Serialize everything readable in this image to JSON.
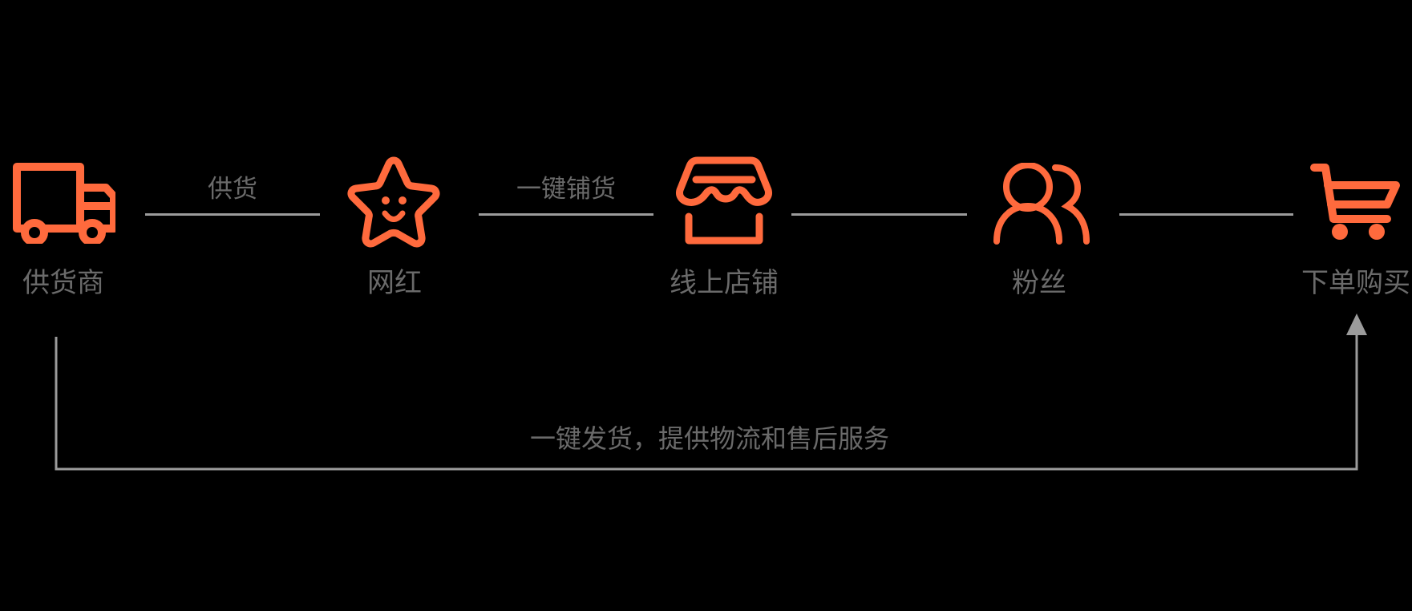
{
  "diagram": {
    "title": "",
    "colors": {
      "accent": "#FF6A3D",
      "text": "#6A6A6A",
      "line": "#9B9B9B",
      "background": "#000000"
    },
    "nodes": [
      {
        "id": "supplier",
        "label": "供货商",
        "icon": "truck-icon"
      },
      {
        "id": "influencer",
        "label": "网红",
        "icon": "smiling-star-icon"
      },
      {
        "id": "online-store",
        "label": "线上店铺",
        "icon": "storefront-icon"
      },
      {
        "id": "fans",
        "label": "粉丝",
        "icon": "users-icon"
      },
      {
        "id": "purchase",
        "label": "下单购买",
        "icon": "shopping-cart-icon"
      }
    ],
    "edges": [
      {
        "from": "supplier",
        "to": "influencer",
        "label": "供货"
      },
      {
        "from": "influencer",
        "to": "online-store",
        "label": "一键铺货"
      },
      {
        "from": "online-store",
        "to": "fans",
        "label": ""
      },
      {
        "from": "fans",
        "to": "purchase",
        "label": ""
      }
    ],
    "return_edge": {
      "from": "supplier",
      "to": "purchase",
      "label": "一键发货，提供物流和售后服务",
      "arrow": "up"
    }
  }
}
